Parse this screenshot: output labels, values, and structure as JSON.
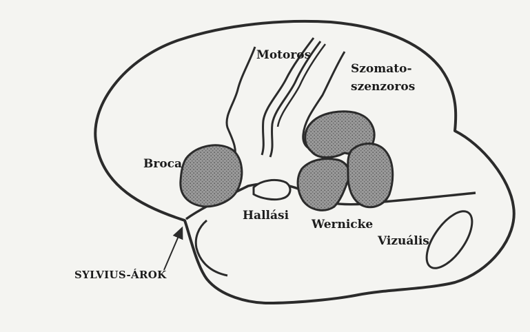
{
  "labels": {
    "motoros": "Motoros",
    "szomato_line1": "Szomato-",
    "szomato_line2": "szenzoros",
    "broca": "Broca",
    "hallasi": "Hallási",
    "wernicke": "Wernicke",
    "vizualis": "Vizuális",
    "sylvius": "SYLVIUS-ÁROK"
  },
  "colors": {
    "ink": "#2b2b2b",
    "area_fill": "#8f8f8f",
    "paper": "#f4f4f1"
  }
}
